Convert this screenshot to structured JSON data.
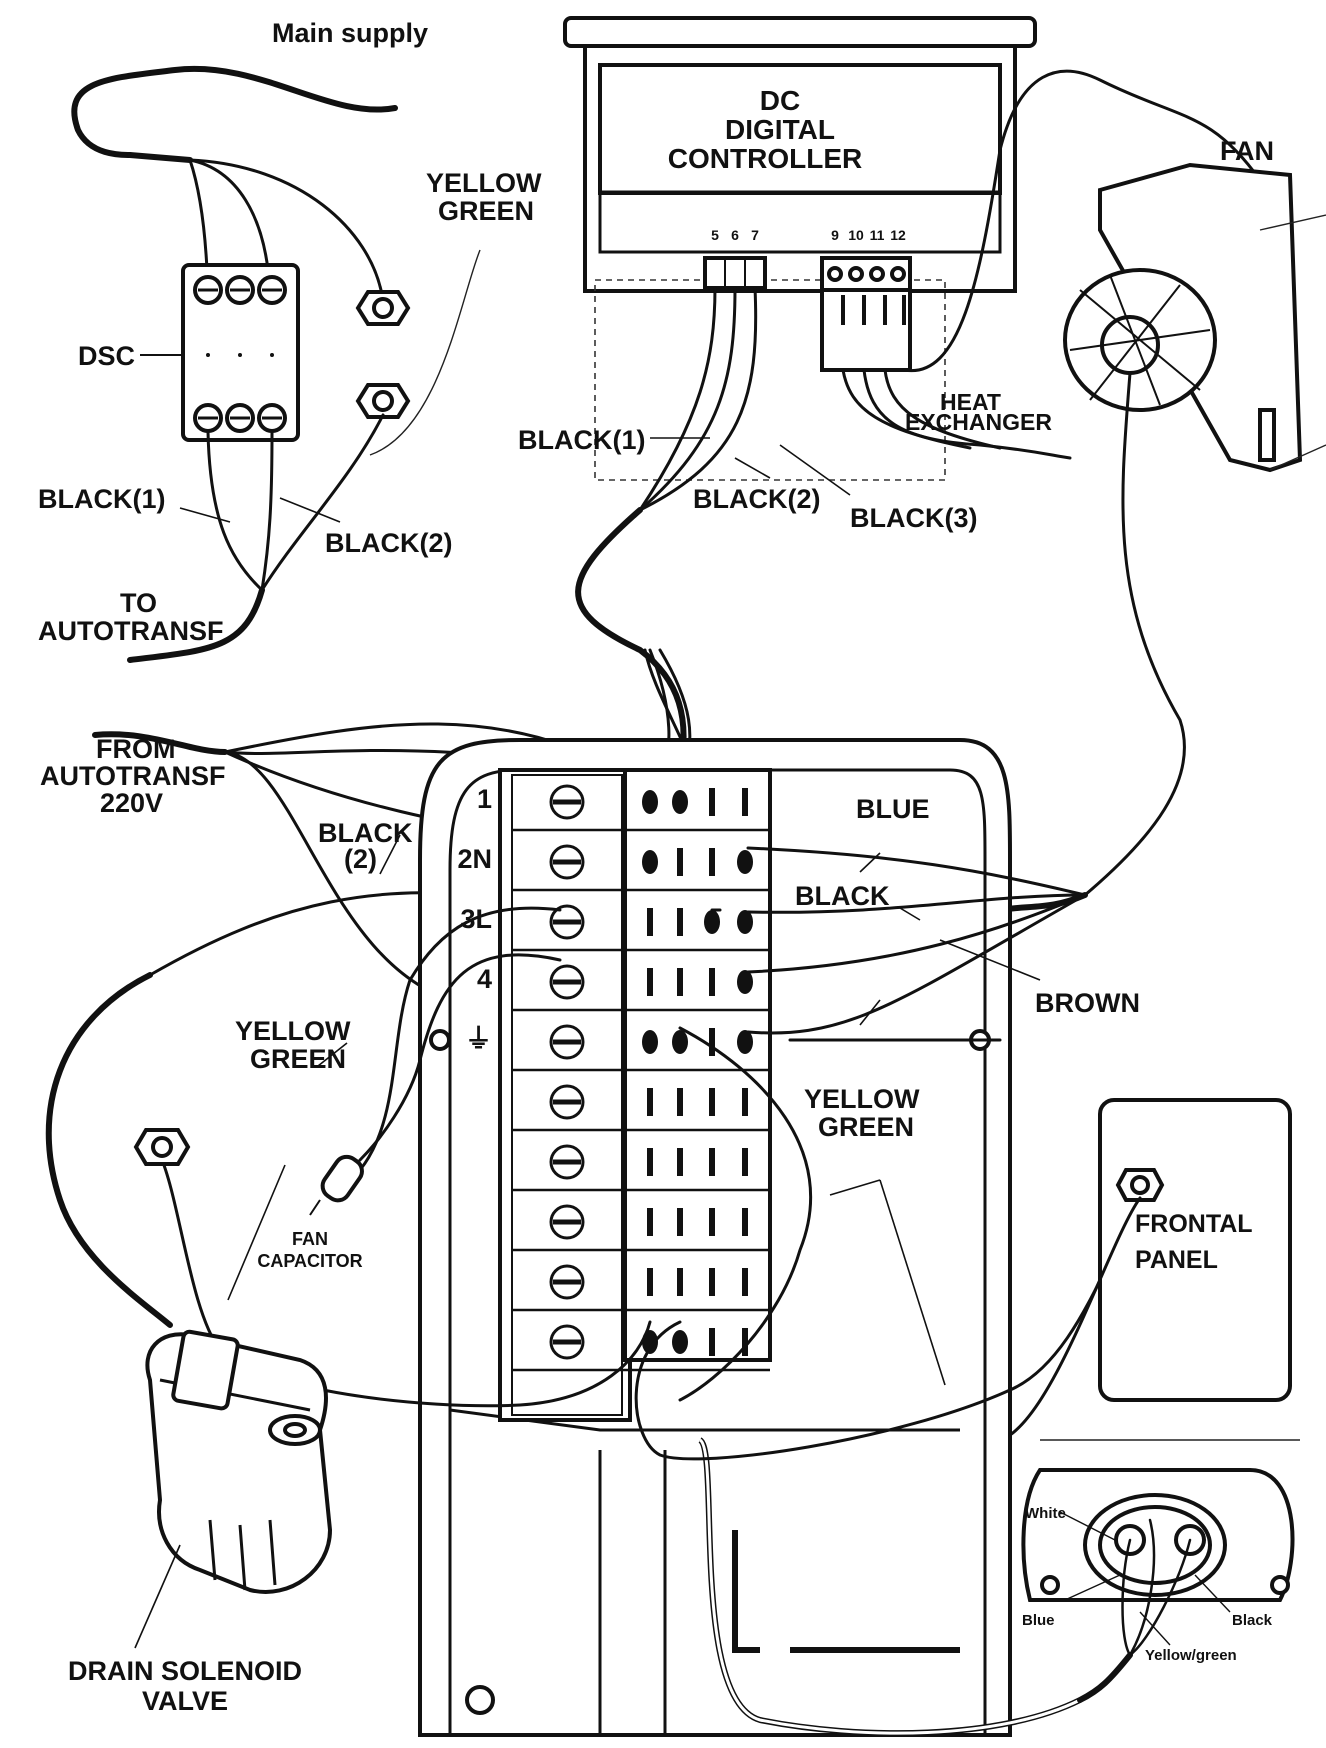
{
  "labels": {
    "main_supply": "Main supply",
    "yellow_green_top": [
      "YELLOW",
      "GREEN"
    ],
    "dsc": "DSC",
    "black1_left": "BLACK(1)",
    "black2_left": "BLACK(2)",
    "to_autotransf": [
      "TO",
      "AUTOTRANSF"
    ],
    "controller": [
      "DC",
      "DIGITAL",
      "CONTROLLER"
    ],
    "terminals_a": [
      "5",
      "6",
      "7"
    ],
    "terminals_b": [
      "9",
      "10",
      "11",
      "12"
    ],
    "fan": "FAN",
    "heat_exchanger": [
      "HEAT",
      "EXCHANGER"
    ],
    "black1_mid": "BLACK(1)",
    "black2_mid": "BLACK(2)",
    "black3_mid": "BLACK(3)",
    "from_autotransf": [
      "FROM",
      "AUTOTRANSF",
      "220V"
    ],
    "black2_block": [
      "BLACK",
      "(2)"
    ],
    "row_labels": [
      "1",
      "2N",
      "3L",
      "4",
      "⏚"
    ],
    "blue": "BLUE",
    "black": "BLACK",
    "brown": "BROWN",
    "yellow_green_left": [
      "YELLOW",
      "GREEN"
    ],
    "yellow_green_right": [
      "YELLOW",
      "GREEN"
    ],
    "fan_capacitor": [
      "FAN",
      "CAPACITOR"
    ],
    "frontal_panel": [
      "FRONTAL",
      "PANEL"
    ],
    "drain_valve": [
      "DRAIN SOLENOID",
      "VALVE"
    ],
    "plug_white": "White",
    "plug_blue": "Blue",
    "plug_black": "Black",
    "plug_yg": "Yellow/green"
  }
}
